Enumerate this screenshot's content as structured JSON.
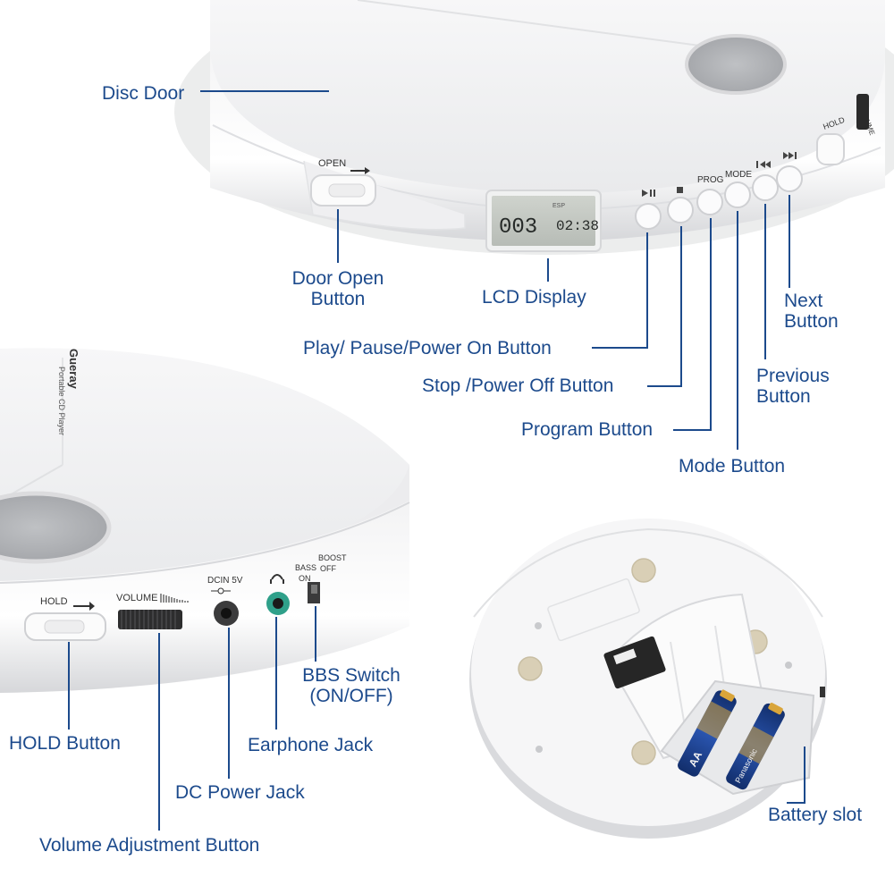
{
  "colors": {
    "callout_text": "#1c4a8c",
    "device_body": "#f4f4f5",
    "device_shadow": "#d9dadc",
    "lcd_background": "#c4c8c2",
    "lcd_text": "#262a28",
    "earphone_jack_ring": "#2fa08a",
    "battery_label": "#1d3f8a",
    "battery_cap": "#d9a53a",
    "feet_pad": "#d9cfb6"
  },
  "product_markings": {
    "open_label": "OPEN",
    "lcd_esp": "ESP",
    "lcd_track": "003",
    "lcd_time": "02:38",
    "prog_label": "PROG",
    "mode_label": "MODE",
    "hold_label": "HOLD",
    "volume_label": "VOLUME",
    "dcin_label": "DCIN 5V",
    "bass_label": "BASS",
    "on_label": "ON",
    "boost_label": "BOOST",
    "off_label": "OFF",
    "brand_mark": "Gueray",
    "model_mark": "Portable CD Player",
    "volume_side_mark": "VOLUME",
    "battery_brand": "Panasonic",
    "battery_size": "AA"
  },
  "icons": [
    "play-pause-icon",
    "stop-icon",
    "previous-icon",
    "next-icon",
    "headphone-icon",
    "dc-polarity-icon",
    "volume-level-icon",
    "arrow-right-icon"
  ],
  "callouts": {
    "disc_door": "Disc Door",
    "door_open_line1": "Door Open",
    "door_open_line2": "Button",
    "lcd_display": "LCD Display",
    "next_line1": "Next",
    "next_line2": "Button",
    "play_pause": "Play/ Pause/Power On Button",
    "stop": "Stop /Power Off Button",
    "previous_line1": "Previous",
    "previous_line2": "Button",
    "program": "Program Button",
    "mode": "Mode Button",
    "bbs_line1": "BBS Switch",
    "bbs_line2": "(ON/OFF)",
    "hold": "HOLD Button",
    "earphone": "Earphone Jack",
    "dc_power": "DC Power Jack",
    "volume_adjust": "Volume Adjustment Button",
    "battery_slot": "Battery slot"
  }
}
